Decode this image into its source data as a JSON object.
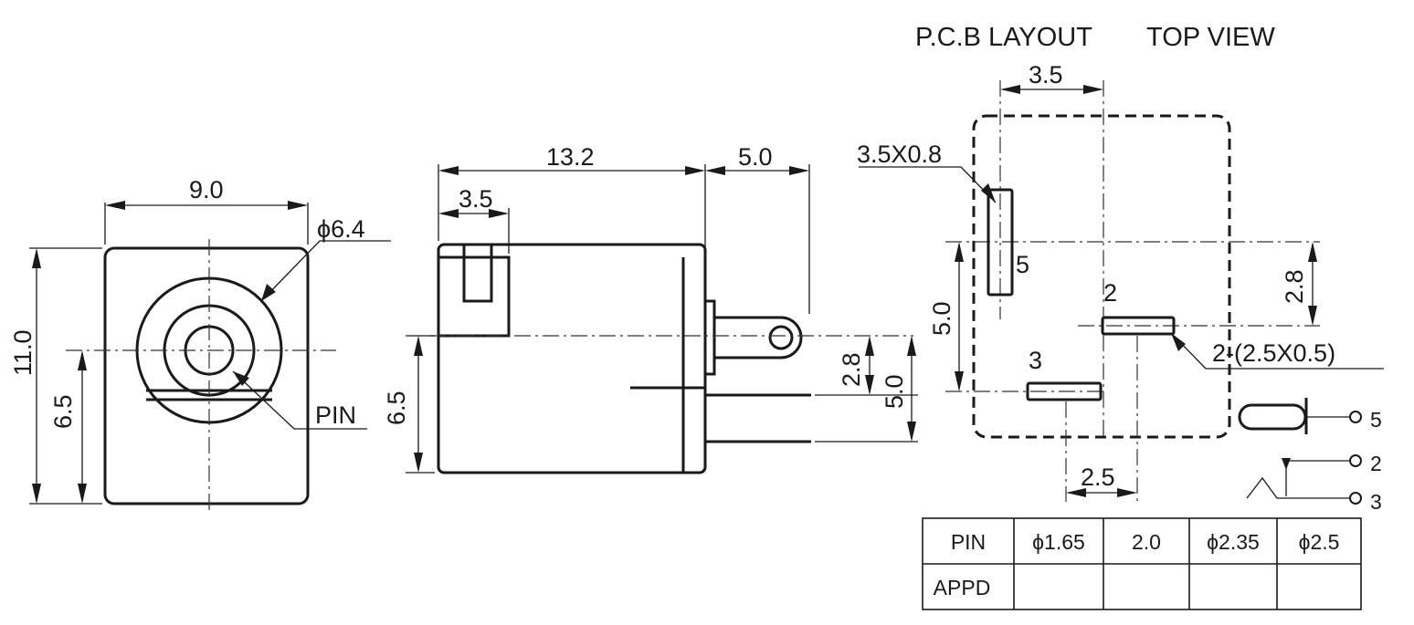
{
  "titles": {
    "pcb_layout": "P.C.B LAYOUT",
    "top_view": "TOP VIEW"
  },
  "front_view": {
    "width": "9.0",
    "height": "11.0",
    "center_height": "6.5",
    "diameter": "ϕ6.4",
    "pin_label": "PIN"
  },
  "side_view": {
    "length": "13.2",
    "tab_length": "5.0",
    "notch": "3.5",
    "center_height": "6.5",
    "pin_offset": "2.8",
    "pin_spacing": "5.0"
  },
  "pcb": {
    "top_spacing": "3.5",
    "slot_size": "3.5X0.8",
    "slot_pin": "5",
    "vertical_spacing": "5.0",
    "right_offset": "2.8",
    "pin2": "2",
    "pin3": "3",
    "pads_size": "2-(2.5X0.5)",
    "bottom_spacing": "2.5"
  },
  "schematic": {
    "pin5": "5",
    "pin2": "2",
    "pin3": "3"
  },
  "table": {
    "rows": [
      [
        "PIN",
        "ϕ1.65",
        "2.0",
        "ϕ2.35",
        "ϕ2.5"
      ],
      [
        "APPD",
        "",
        "",
        "",
        ""
      ]
    ]
  }
}
